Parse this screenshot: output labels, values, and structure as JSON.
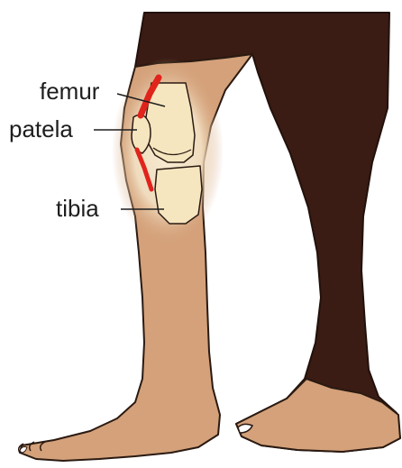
{
  "labels": {
    "femur": "femur",
    "patella": "patela",
    "tibia": "tibia"
  },
  "colors": {
    "background": "#ffffff",
    "far_leg": "#3a1c14",
    "near_leg": "#d4a17a",
    "bone": "#f6e6bf",
    "knee_glow": "#f5e9cf",
    "ligament": "#e0241c",
    "outline": "#2a1a12",
    "label_text": "#1e1e1e"
  }
}
